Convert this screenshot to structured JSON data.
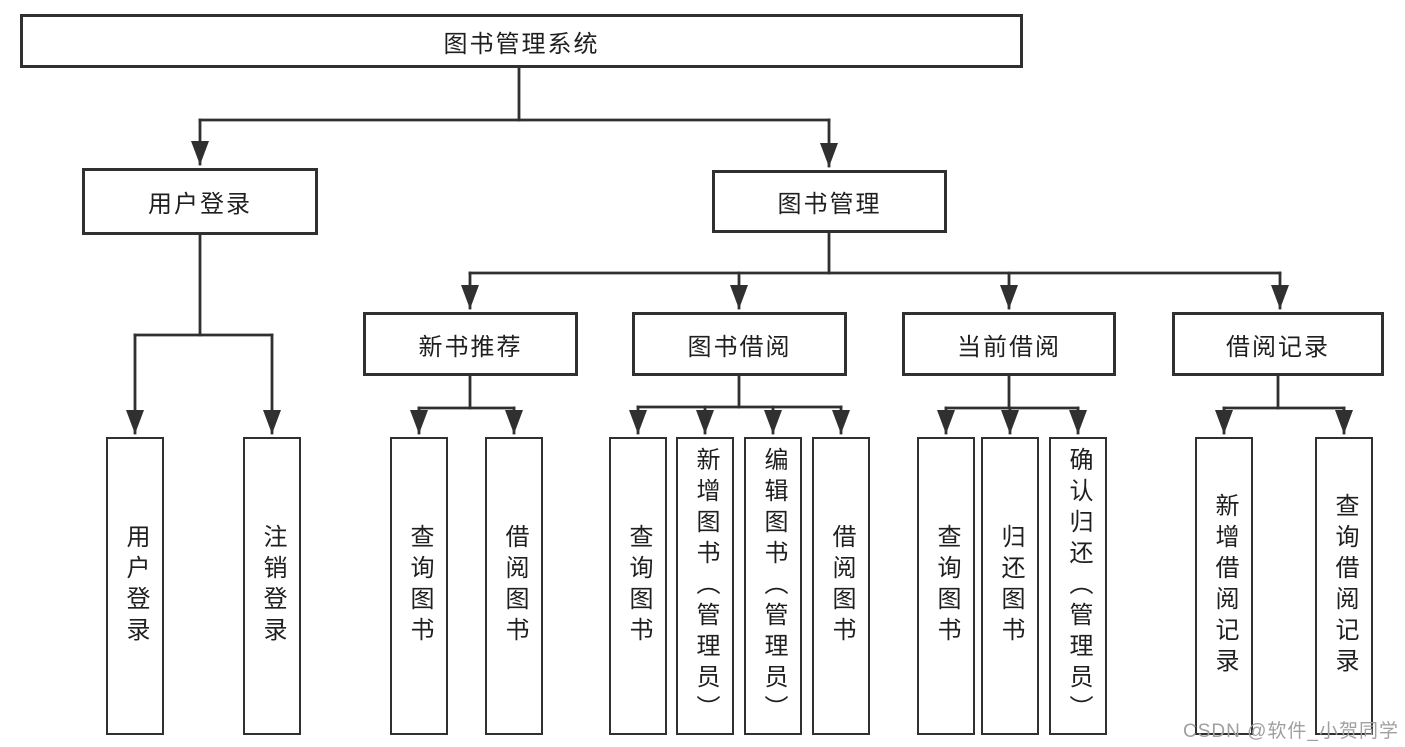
{
  "diagram": {
    "title": "图书管理系统",
    "tree": {
      "label": "图书管理系统",
      "children": [
        {
          "label": "用户登录",
          "children": [
            {
              "label": "用户登录"
            },
            {
              "label": "注销登录"
            }
          ]
        },
        {
          "label": "图书管理",
          "children": [
            {
              "label": "新书推荐",
              "children": [
                {
                  "label": "查询图书"
                },
                {
                  "label": "借阅图书"
                }
              ]
            },
            {
              "label": "图书借阅",
              "children": [
                {
                  "label": "查询图书"
                },
                {
                  "label": "新增图书（管理员）"
                },
                {
                  "label": "编辑图书（管理员）"
                },
                {
                  "label": "借阅图书"
                }
              ]
            },
            {
              "label": "当前借阅",
              "children": [
                {
                  "label": "查询图书"
                },
                {
                  "label": "归还图书"
                },
                {
                  "label": "确认归还（管理员）"
                }
              ]
            },
            {
              "label": "借阅记录",
              "children": [
                {
                  "label": "新增借阅记录"
                },
                {
                  "label": "查询借阅记录"
                }
              ]
            }
          ]
        }
      ]
    }
  },
  "watermark": "CSDN @软件_小贺同学",
  "colors": {
    "line": "#303030",
    "text": "#1f1f1f",
    "watermark": "#a0a0a0",
    "background": "#ffffff"
  }
}
